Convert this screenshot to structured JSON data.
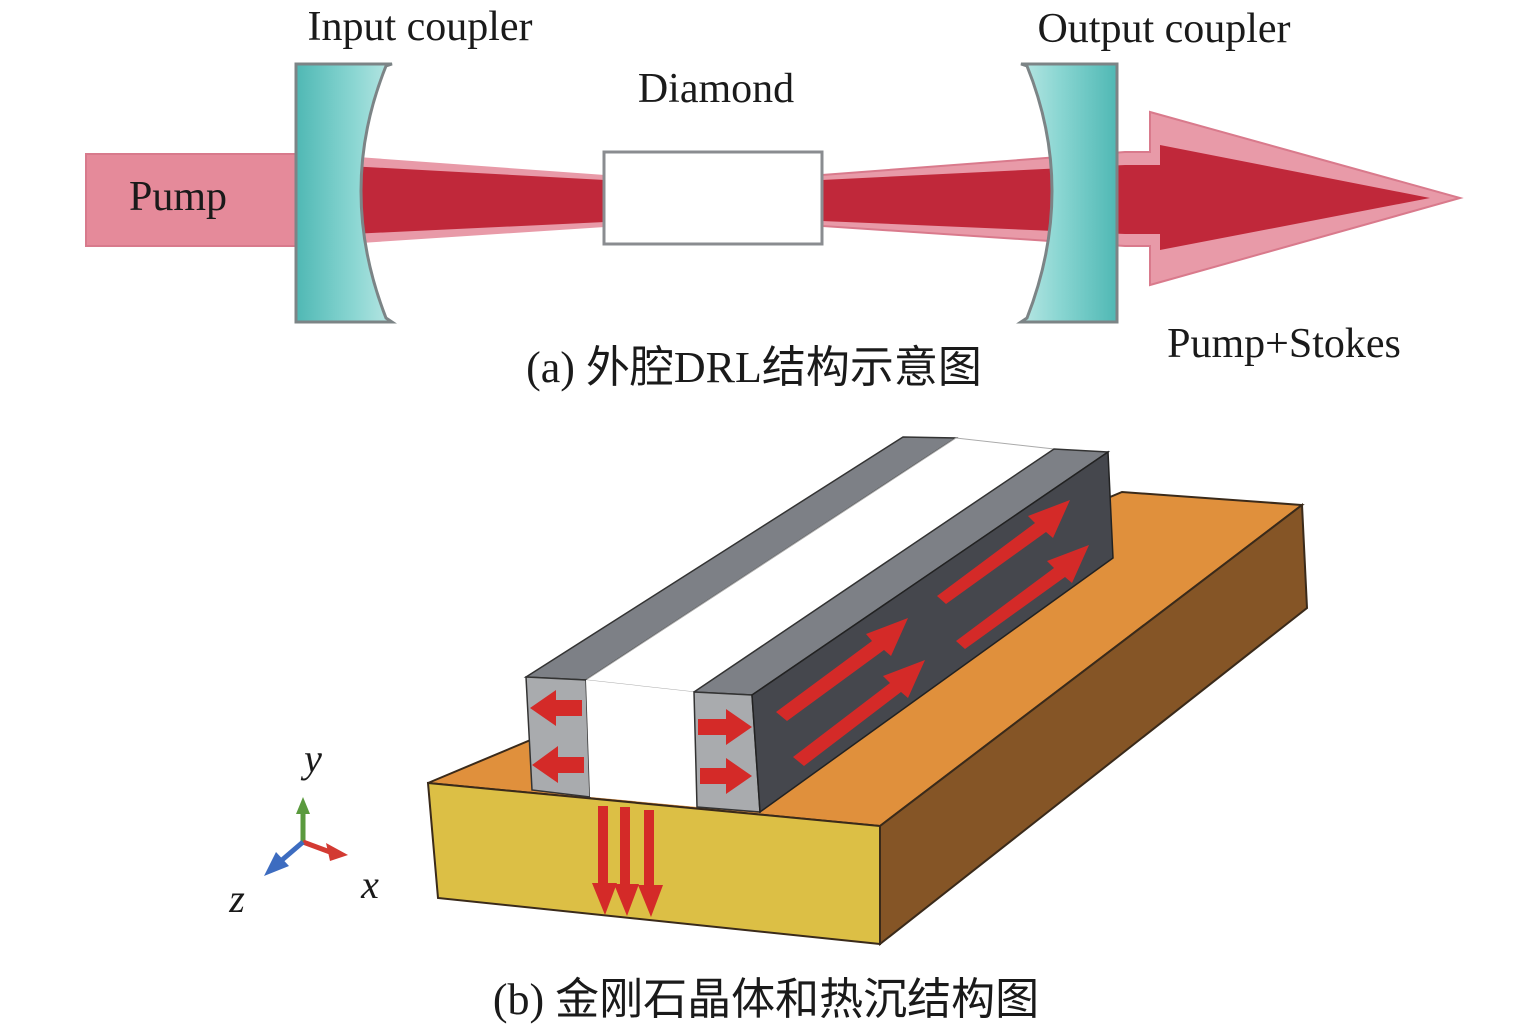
{
  "panel_a": {
    "labels": {
      "input_coupler": "Input coupler",
      "output_coupler": "Output coupler",
      "diamond": "Diamond",
      "pump": "Pump",
      "pump_stokes": "Pump+Stokes"
    },
    "caption": "(a) 外腔DRL结构示意图",
    "colors": {
      "pump_beam": "#e58a9a",
      "intracavity_beam": "#c0283a",
      "mirror": "#5ec3c0",
      "diamond_fill": "#ffffff"
    }
  },
  "panel_b": {
    "axes": {
      "x": "x",
      "y": "y",
      "z": "z"
    },
    "caption": "(b) 金刚石晶体和热沉结构图",
    "colors": {
      "heat_sink_top": "#e0903c",
      "heat_sink_front": "#dcbf45",
      "heat_sink_side": "#855526",
      "crystal_dark": "#45474d",
      "crystal_light": "#a9abae",
      "crystal_top": "#7d8086",
      "heat_arrow": "#d42a28",
      "axis_x": "#d33a32",
      "axis_y": "#5a9a3e",
      "axis_z": "#3d6cc0"
    }
  }
}
